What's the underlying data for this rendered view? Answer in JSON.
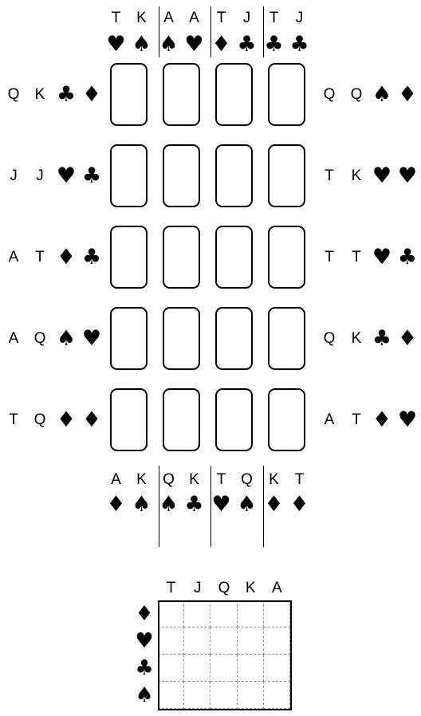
{
  "top_clues": [
    {
      "ranks": [
        "T",
        "K"
      ],
      "suits": [
        "heart",
        "spade"
      ]
    },
    {
      "ranks": [
        "A",
        "A"
      ],
      "suits": [
        "spade",
        "heart"
      ]
    },
    {
      "ranks": [
        "T",
        "J"
      ],
      "suits": [
        "diamond",
        "club"
      ]
    },
    {
      "ranks": [
        "T",
        "J"
      ],
      "suits": [
        "club",
        "club"
      ]
    }
  ],
  "bottom_clues": [
    {
      "ranks": [
        "A",
        "K"
      ],
      "suits": [
        "diamond",
        "spade"
      ]
    },
    {
      "ranks": [
        "Q",
        "K"
      ],
      "suits": [
        "spade",
        "club"
      ]
    },
    {
      "ranks": [
        "T",
        "Q"
      ],
      "suits": [
        "heart",
        "spade"
      ]
    },
    {
      "ranks": [
        "K",
        "T"
      ],
      "suits": [
        "diamond",
        "diamond"
      ]
    }
  ],
  "left_clues": [
    {
      "ranks": [
        "Q",
        "K"
      ],
      "suits": [
        "club",
        "diamond"
      ]
    },
    {
      "ranks": [
        "J",
        "J"
      ],
      "suits": [
        "heart",
        "club"
      ]
    },
    {
      "ranks": [
        "A",
        "T"
      ],
      "suits": [
        "diamond",
        "club"
      ]
    },
    {
      "ranks": [
        "A",
        "Q"
      ],
      "suits": [
        "spade",
        "heart"
      ]
    },
    {
      "ranks": [
        "T",
        "Q"
      ],
      "suits": [
        "diamond",
        "diamond"
      ]
    }
  ],
  "right_clues": [
    {
      "ranks": [
        "Q",
        "Q"
      ],
      "suits": [
        "spade",
        "diamond"
      ]
    },
    {
      "ranks": [
        "T",
        "K"
      ],
      "suits": [
        "heart",
        "heart"
      ]
    },
    {
      "ranks": [
        "T",
        "T"
      ],
      "suits": [
        "heart",
        "club"
      ]
    },
    {
      "ranks": [
        "Q",
        "K"
      ],
      "suits": [
        "club",
        "diamond"
      ]
    },
    {
      "ranks": [
        "A",
        "T"
      ],
      "suits": [
        "diamond",
        "heart"
      ]
    }
  ],
  "board": {
    "rows": 5,
    "cols": 4
  },
  "tracker": {
    "ranks": [
      "T",
      "J",
      "Q",
      "K",
      "A"
    ],
    "suits": [
      "diamond",
      "heart",
      "club",
      "spade"
    ]
  },
  "suit_glyphs": {
    "spade": "♠",
    "heart": "♥",
    "diamond": "♦",
    "club": "♣"
  },
  "colors": {
    "ink": "#000000",
    "background": "#ffffff",
    "grid_dash": "#999999"
  }
}
